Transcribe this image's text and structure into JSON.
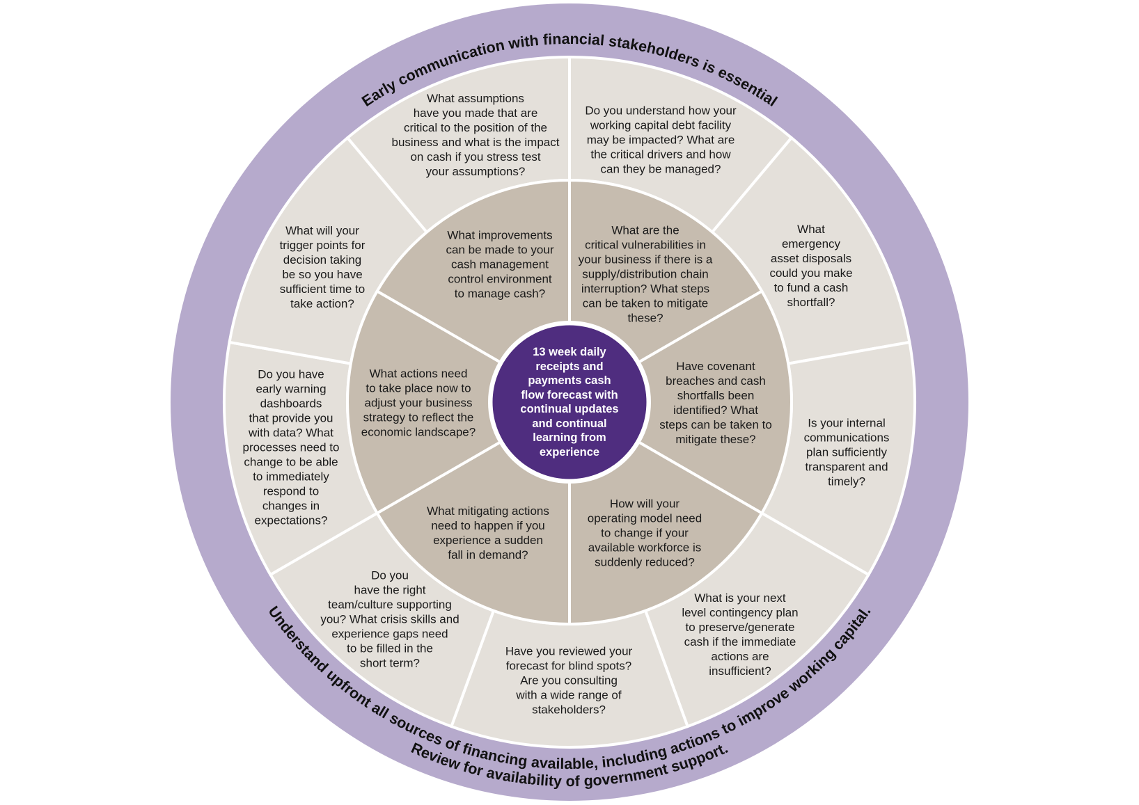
{
  "diagram": {
    "center": {
      "text": "13 week daily\nreceipts and\npayments cash\nflow forecast with\ncontinual updates\nand continual\nlearning from\nexperience"
    },
    "ring_top_message": "Early communication with financial stakeholders is essential",
    "ring_bottom_message": [
      "Understand upfront all sources of financing available, including actions to improve working capital.",
      "Review for availability of government support."
    ],
    "inner_segments": [
      {
        "text": "What are the\ncritical vulnerabilities in\nyour business if there is a\nsupply/distribution chain\ninterruption? What steps\ncan be taken to mitigate\nthese?"
      },
      {
        "text": "Have covenant\nbreaches and cash\nshortfalls been\nidentified? What\nsteps can be taken to\nmitigate these?"
      },
      {
        "text": "How will your\noperating model need\nto change if your\navailable workforce is\nsuddenly reduced?"
      },
      {
        "text": "What mitigating actions\nneed to happen if you\nexperience a sudden\nfall in demand?"
      },
      {
        "text": "What actions need\nto take place now to\nadjust your business\nstrategy to reflect the\neconomic landscape?"
      },
      {
        "text": "What improvements\ncan be made to your\ncash management\ncontrol environment\nto manage cash?"
      }
    ],
    "outer_segments": [
      {
        "text": "Do you understand how your\nworking capital debt facility\nmay be impacted? What are\nthe critical drivers and how\ncan they be managed?"
      },
      {
        "text": "What\nemergency\nasset disposals\ncould you make\nto fund a cash\nshortfall?"
      },
      {
        "text": "Is your internal\ncommunications\nplan sufficiently\ntransparent and\ntimely?"
      },
      {
        "text": "What is your next\nlevel contingency plan\nto preserve/generate\ncash if the immediate\nactions are\ninsufficient?"
      },
      {
        "text": "Have you reviewed your\nforecast for blind spots?\nAre you consulting\nwith a wide range of\nstakeholders?"
      },
      {
        "text": "Do you\nhave the right\nteam/culture supporting\nyou? What crisis skills and\nexperience gaps need\nto be filled in the\nshort term?"
      },
      {
        "text": "Do you have\nearly warning\ndashboards\nthat provide you\nwith data? What\nprocesses need to\nchange to be able\nto immediately\nrespond to\nchanges in\nexpectations?"
      },
      {
        "text": "What will your\ntrigger points for\ndecision taking\nbe so you have\nsufficient time to\ntake action?"
      },
      {
        "text": "What assumptions\nhave you made that are\ncritical to the position of the\nbusiness and what is the impact\non cash if you stress test\nyour assumptions?"
      }
    ],
    "colors": {
      "outer_band": "#B6AACC",
      "question_ring": "#E4E0DA",
      "inner_ring": "#C6BCAF",
      "center": "#4F2D7F",
      "divider": "#FFFFFF"
    }
  }
}
